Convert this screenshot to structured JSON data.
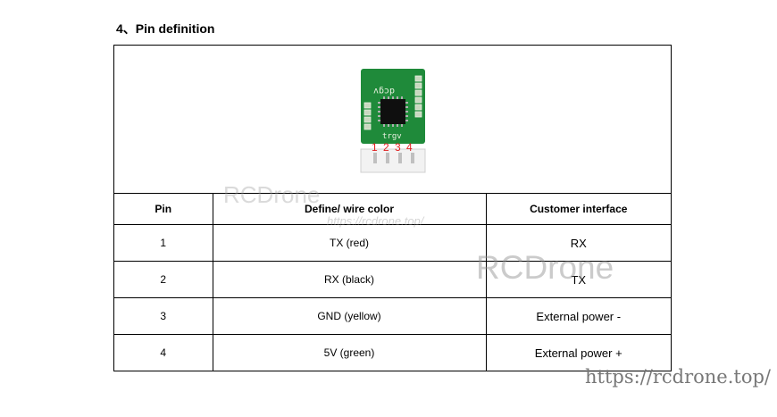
{
  "section": {
    "title": "4、Pin definition"
  },
  "board": {
    "top_label": "dcgv",
    "bottom_label": "trgv",
    "pin_numbers": [
      "1",
      "2",
      "3",
      "4"
    ]
  },
  "table": {
    "headers": [
      "Pin",
      "Define/ wire color",
      "Customer interface"
    ],
    "rows": [
      [
        "1",
        "TX (red)",
        "RX"
      ],
      [
        "2",
        "RX (black)",
        "TX"
      ],
      [
        "3",
        "GND (yellow)",
        "External power -"
      ],
      [
        "4",
        "5V (green)",
        "External power +"
      ]
    ]
  },
  "watermarks": {
    "mid_logo": "RCDrone",
    "mid_url": "https://rcdrone.top/",
    "big_logo": "RCDrone",
    "corner_url": "https://rcdrone.top/"
  }
}
